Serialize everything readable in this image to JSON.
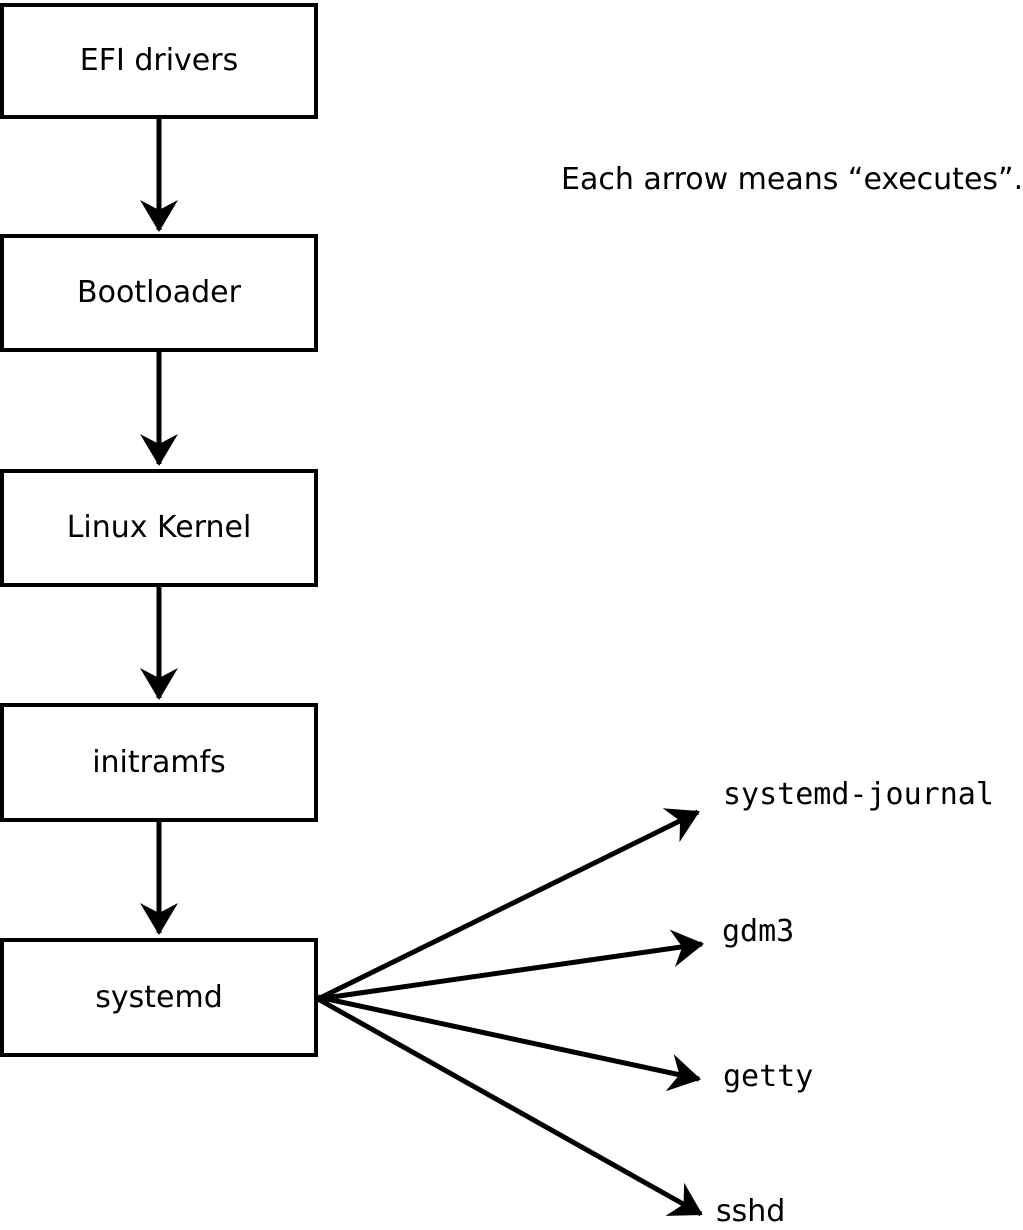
{
  "diagram": {
    "annotation": "Each arrow means “executes”.",
    "arrow_meaning": "executes",
    "boot_chain": [
      {
        "label": "EFI drivers"
      },
      {
        "label": "Bootloader"
      },
      {
        "label": "Linux Kernel"
      },
      {
        "label": "initramfs"
      },
      {
        "label": "systemd"
      }
    ],
    "spawned_services": [
      {
        "label": "systemd-journal"
      },
      {
        "label": "gdm3"
      },
      {
        "label": "getty"
      },
      {
        "label": "sshd"
      }
    ],
    "colors": {
      "ink": "#000000",
      "background": "#ffffff"
    }
  }
}
